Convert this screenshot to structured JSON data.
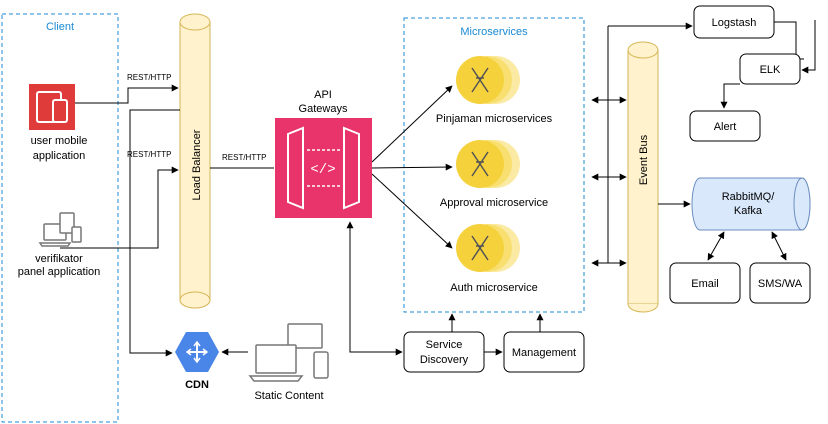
{
  "groups": {
    "client": "Client",
    "microservices": "Microservices"
  },
  "clients": {
    "mobile": "user mobile application",
    "mobile_lines": [
      "user mobile",
      "application"
    ],
    "panel_lines": [
      "verifikator",
      "panel application"
    ]
  },
  "protocol": {
    "rest_top": "REST/HTTP",
    "rest_bottom": "REST/HTTP",
    "rest_gateway": "REST/HTTP"
  },
  "load_balancer": "Load Balancer",
  "gateway": {
    "lines": [
      "API",
      "Gateways"
    ]
  },
  "services": {
    "pinjaman": "Pinjaman microservices",
    "approval": "Approval microservice",
    "auth": "Auth microservice"
  },
  "service_discovery": {
    "lines": [
      "Service",
      "Discovery"
    ]
  },
  "management": "Management",
  "cdn": "CDN",
  "static_content": "Static Content",
  "event_bus": "Event Bus",
  "logstash": "Logstash",
  "elk": "ELK",
  "alert": "Alert",
  "queue": {
    "lines": [
      "RabbitMQ/",
      "Kafka"
    ]
  },
  "email": "Email",
  "sms": "SMS/WA",
  "colors": {
    "group_border": "#1a8ad4",
    "cylinder_fill": "#fff2cc",
    "cylinder_stroke": "#d6b656",
    "gateway_fill": "#e8336b",
    "mobile_fill": "#e03b3b",
    "service_fill": "#f5d23c",
    "queue_fill": "#dae8fc",
    "queue_stroke": "#6c8ebf",
    "cdn_fill": "#4a86e8"
  }
}
